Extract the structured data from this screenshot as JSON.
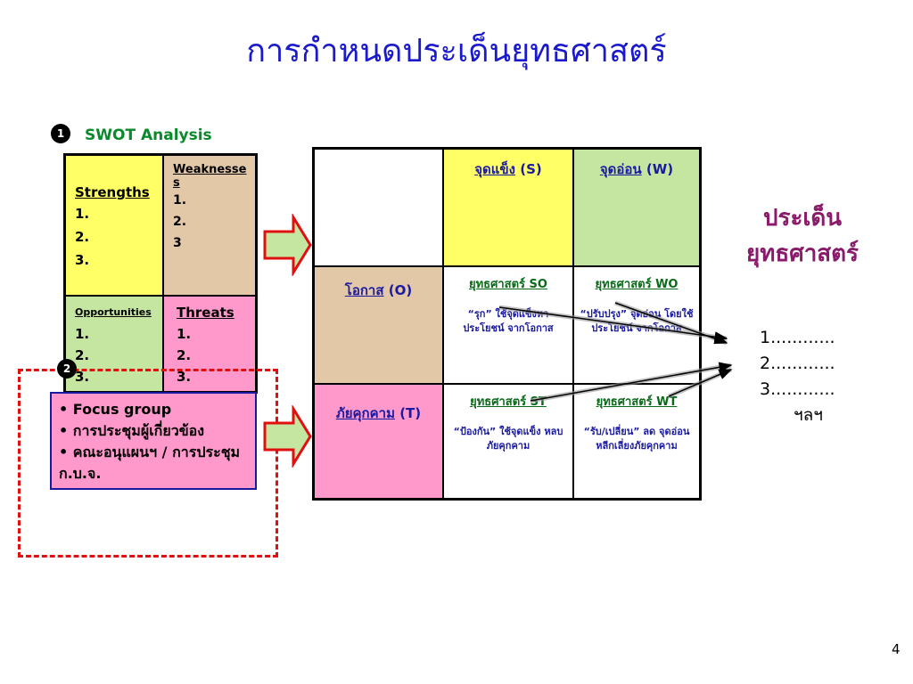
{
  "title": "การกำหนดประเด็นยุทธศาสตร์",
  "step1": {
    "badge": "1",
    "label": "SWOT Analysis"
  },
  "step2": {
    "badge": "2"
  },
  "swot_small": {
    "strengths": {
      "heading": "Strengths",
      "items": [
        "1.",
        "2.",
        "3."
      ]
    },
    "weaknesses": {
      "heading": "Weaknesses",
      "items": [
        "1.",
        "2.",
        "3"
      ]
    },
    "opportunities": {
      "heading": "Opportunities",
      "items": [
        "1.",
        "2.",
        "3."
      ]
    },
    "threats": {
      "heading": "Threats",
      "items": [
        "1.",
        "2.",
        "3."
      ]
    }
  },
  "focus_box": {
    "items": [
      "• Focus group",
      "• การประชุมผู้เกี่ยวข้อง",
      "• คณะอนุแผนฯ / การประชุม ก.บ.จ."
    ]
  },
  "matrix": {
    "col_s": {
      "thai": "จุดแข็ง",
      "code": " (S)"
    },
    "col_w": {
      "thai": "จุดอ่อน",
      "code": " (W)"
    },
    "row_o": {
      "thai": "โอกาส",
      "code": " (O)"
    },
    "row_t": {
      "thai": "ภัยคุกคาม",
      "code": " (T)"
    },
    "so": {
      "title": "ยุทธศาสตร์ SO",
      "desc": "“รุก” ใช้จุดแข็งหา ประโยชน์ จากโอกาส"
    },
    "wo": {
      "title": "ยุทธศาสตร์ WO",
      "desc": "“ปรับปรุง” จุดอ่อน โดยใช้ประโยชน์ จากโอกาส"
    },
    "st": {
      "title": "ยุทธศาสตร์ ST",
      "desc": "“ป้องกัน” ใช้จุดแข็ง หลบภัยคุกคาม"
    },
    "wt": {
      "title": "ยุทธศาสตร์ WT",
      "desc": "“รับ/เปลี่ยน” ลด จุดอ่อน หลีกเลี่ยงภัยคุกคาม"
    }
  },
  "issues": {
    "heading_line1": "ประเด็น",
    "heading_line2": "ยุทธศาสตร์",
    "items": [
      "1............",
      "2............",
      "3............"
    ],
    "etc": "ฯลฯ"
  },
  "page_number": "4",
  "colors": {
    "title": "#1a1acc",
    "swot_label": "#0a8a2a",
    "issues_heading": "#8a1a6a",
    "dash": "#e01010"
  }
}
